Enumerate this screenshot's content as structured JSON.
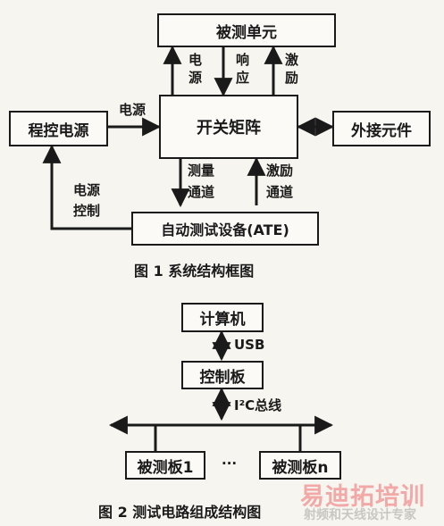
{
  "figure1": {
    "caption": "图 1 系统结构框图",
    "boxes": {
      "dut": "被测单元",
      "switch_matrix": "开关矩阵",
      "programmable_power": "程控电源",
      "external_components": "外接元件",
      "ate": "自动测试设备(ATE)"
    },
    "arrow_labels": {
      "power_top": "电源",
      "response": "响应",
      "stimulus_top": "激励",
      "power_left": "电源",
      "measure_channel_line1": "测量",
      "measure_channel_line2": "通道",
      "stimulus_channel_line1": "激励",
      "stimulus_channel_line2": "通道",
      "power_control_line1": "电源",
      "power_control_line2": "控制"
    }
  },
  "figure2": {
    "caption": "图 2 测试电路组成结构图",
    "boxes": {
      "computer": "计算机",
      "control_board": "控制板",
      "board_1": "被测板1",
      "board_n": "被测板n"
    },
    "labels": {
      "usb": "USB",
      "i2c_bus": "I²C总线",
      "ellipsis": "···"
    }
  },
  "watermark": {
    "main": "易迪拓培训",
    "sub": "射频和天线设计专家"
  }
}
